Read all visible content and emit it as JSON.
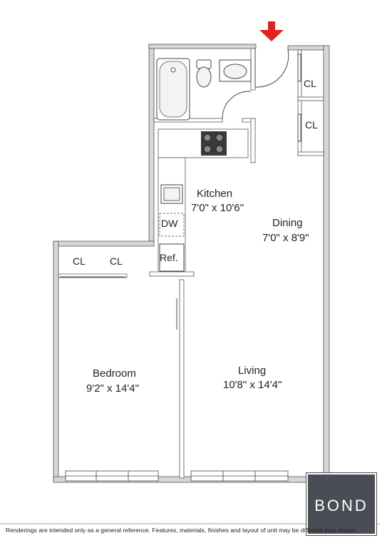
{
  "rooms": {
    "kitchen": {
      "name": "Kitchen",
      "dims": "7'0\" x 10'6\""
    },
    "dining": {
      "name": "Dining",
      "dims": "7'0\" x 8'9\""
    },
    "bedroom": {
      "name": "Bedroom",
      "dims": "9'2\" x 14'4\""
    },
    "living": {
      "name": "Living",
      "dims": "10'8\" x 14'4\""
    }
  },
  "closets": {
    "label": "CL"
  },
  "appliances": {
    "dishwasher": "DW",
    "refrigerator": "Ref."
  },
  "brand": {
    "logo_text": "BOND"
  },
  "disclaimer": "Renderings are intended only as a general reference. Features, materials, finishes and layout of unit may be different than shown.",
  "colors": {
    "wall": "#d6d6d6",
    "wall_edge": "#555555",
    "entry_arrow": "#e0221e",
    "logo_bg": "#4a4d55"
  }
}
